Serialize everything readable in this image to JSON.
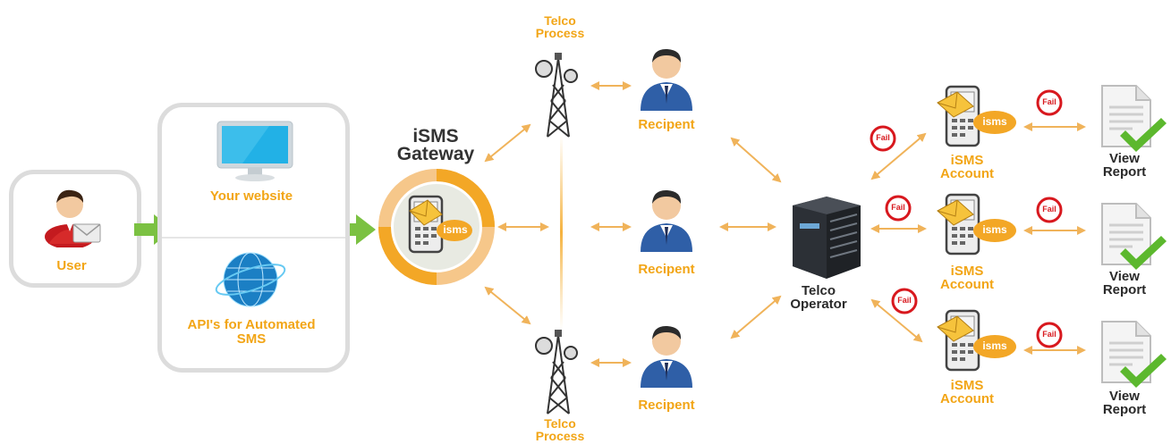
{
  "colors": {
    "accent": "#f2a516",
    "arrow": "#f0b35a",
    "panel_border": "#dcdcdc",
    "green_arrow": "#7bc142",
    "fail_red": "#d8181e",
    "check": "#5cb82e"
  },
  "user": {
    "label": "User",
    "icon": "user-with-envelope-icon"
  },
  "channels": {
    "website": {
      "label": "Your website",
      "icon": "monitor-icon"
    },
    "api": {
      "label": "API's for Automated SMS",
      "icon": "globe-icon"
    }
  },
  "gateway": {
    "title": "iSMS Gateway",
    "badge": "isms",
    "icon": "phone-envelope-icon"
  },
  "telco_process": {
    "top_label": "Telco Process",
    "bottom_label": "Telco Process",
    "icon": "radio-tower-icon"
  },
  "recipients": [
    {
      "label": "Recipent"
    },
    {
      "label": "Recipent"
    },
    {
      "label": "Recipent"
    }
  ],
  "operator": {
    "label": "Telco Operator",
    "icon": "server-icon"
  },
  "accounts": [
    {
      "label": "iSMS Account",
      "badge": "isms"
    },
    {
      "label": "iSMS Account",
      "badge": "isms"
    },
    {
      "label": "iSMS Account",
      "badge": "isms"
    }
  ],
  "fail_badge": "Fail",
  "reports": [
    {
      "label": "View Report"
    },
    {
      "label": "View Report"
    },
    {
      "label": "View Report"
    }
  ]
}
